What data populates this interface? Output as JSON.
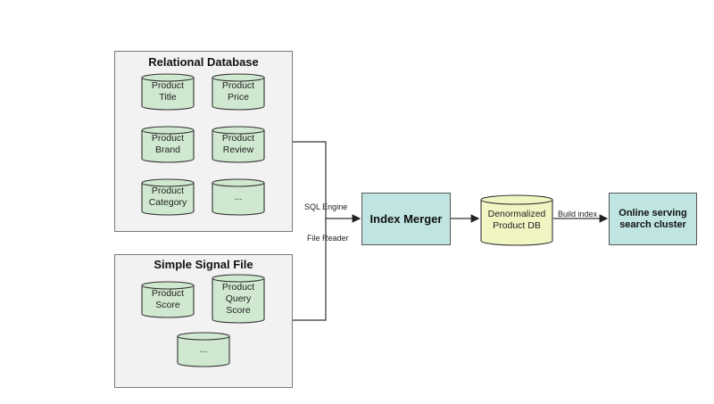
{
  "relational_db": {
    "title": "Relational Database",
    "items": [
      "Product\nTitle",
      "Product\nPrice",
      "Product\nBrand",
      "Product\nReview",
      "Product\nCategory",
      "..."
    ]
  },
  "signal_file": {
    "title": "Simple Signal File",
    "items": [
      "Product\nScore",
      "Product\nQuery\nScore",
      "..."
    ]
  },
  "edges": {
    "sql_engine": "SQL Engine",
    "file_reader": "File Reader",
    "build_index": "Build index"
  },
  "index_merger": "Index Merger",
  "denormalized_db": "Denormalized\nProduct DB",
  "search_cluster": "Online serving\nsearch cluster",
  "colors": {
    "cylinder_fill": "#cfe8cf",
    "denorm_fill": "#f0f5c2",
    "box_fill": "#bfe4e1"
  }
}
